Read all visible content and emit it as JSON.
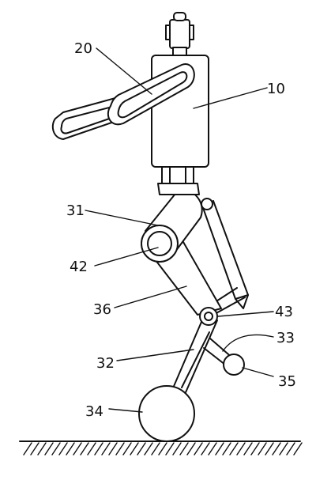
{
  "labels": {
    "l10": "10",
    "l20": "20",
    "l31": "31",
    "l42": "42",
    "l36": "36",
    "l43": "43",
    "l33": "33",
    "l32": "32",
    "l35": "35",
    "l34": "34"
  },
  "colors": {
    "ink": "#111111",
    "paper": "#ffffff"
  }
}
